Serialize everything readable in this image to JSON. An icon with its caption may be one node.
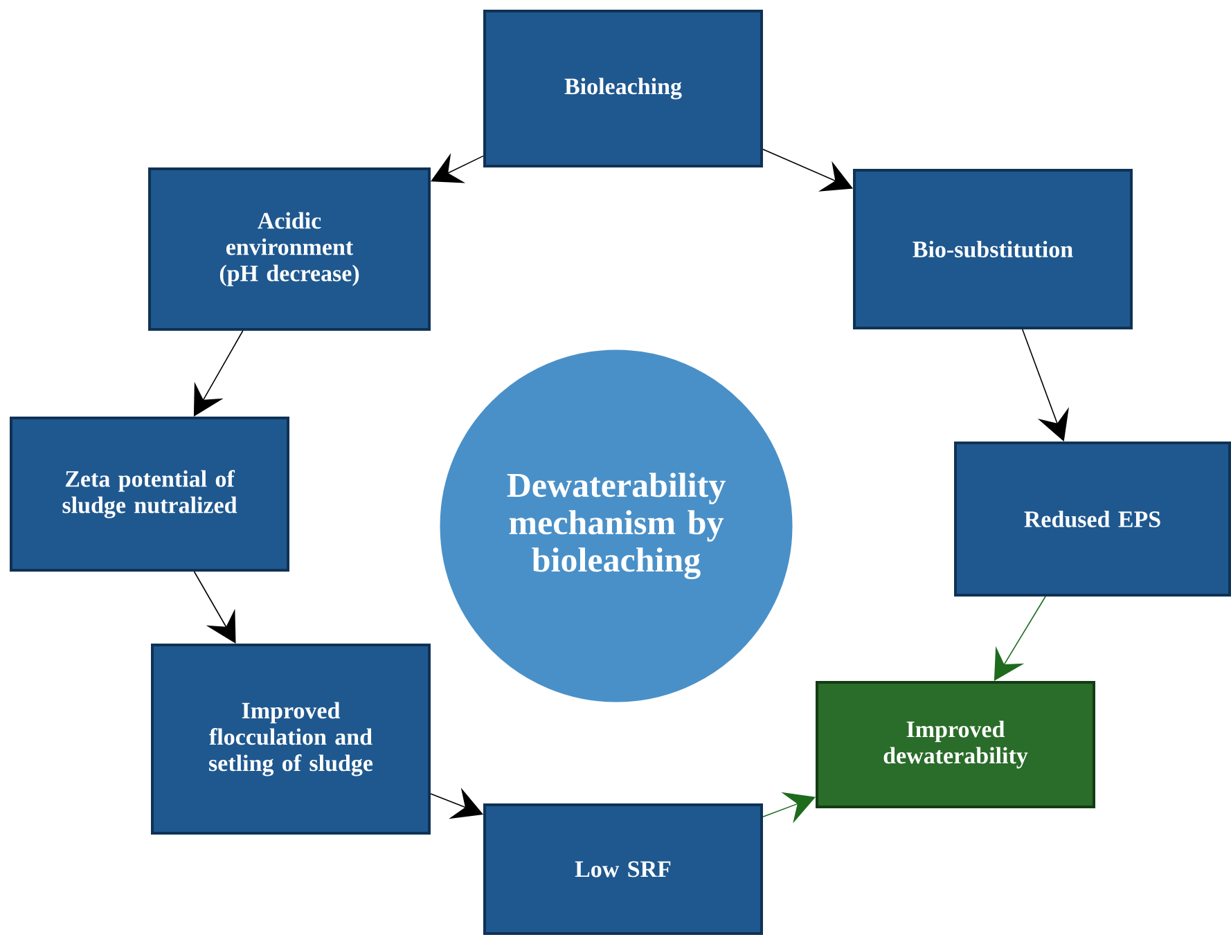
{
  "diagram": {
    "nodes": [
      {
        "text": [
          "Bioleaching"
        ]
      },
      {
        "text": [
          "Acidic environment (pH decrease)"
        ]
      },
      {
        "text": [
          "Bio-substitution"
        ]
      },
      {
        "text": [
          "Zeta potential of sludge nutralized"
        ]
      },
      {
        "text": [
          "Dewaterability mechanism by bioleaching"
        ]
      },
      {
        "text": [
          "Redused EPS"
        ]
      },
      {
        "text": [
          "Improved flocculation and setling of sludge"
        ]
      },
      {
        "text": [
          "Improved dewaterability"
        ]
      },
      {
        "text": [
          "Low SRF"
        ]
      }
    ],
    "edges": [
      {
        "from": 0,
        "to": 1,
        "arrow": "to"
      },
      {
        "from": 1,
        "to": 3,
        "arrow": "to"
      },
      {
        "from": 3,
        "to": 6,
        "arrow": "to"
      },
      {
        "from": 6,
        "to": 8,
        "arrow": "to"
      },
      {
        "from": 8,
        "to": 7,
        "arrow": "to",
        "color": "#1e6b1e"
      },
      {
        "from": 0,
        "to": 2,
        "arrow": "to"
      },
      {
        "from": 2,
        "to": 5,
        "arrow": "to"
      },
      {
        "from": 5,
        "to": 7,
        "arrow": "to",
        "color": "#1e6b1e"
      }
    ]
  }
}
